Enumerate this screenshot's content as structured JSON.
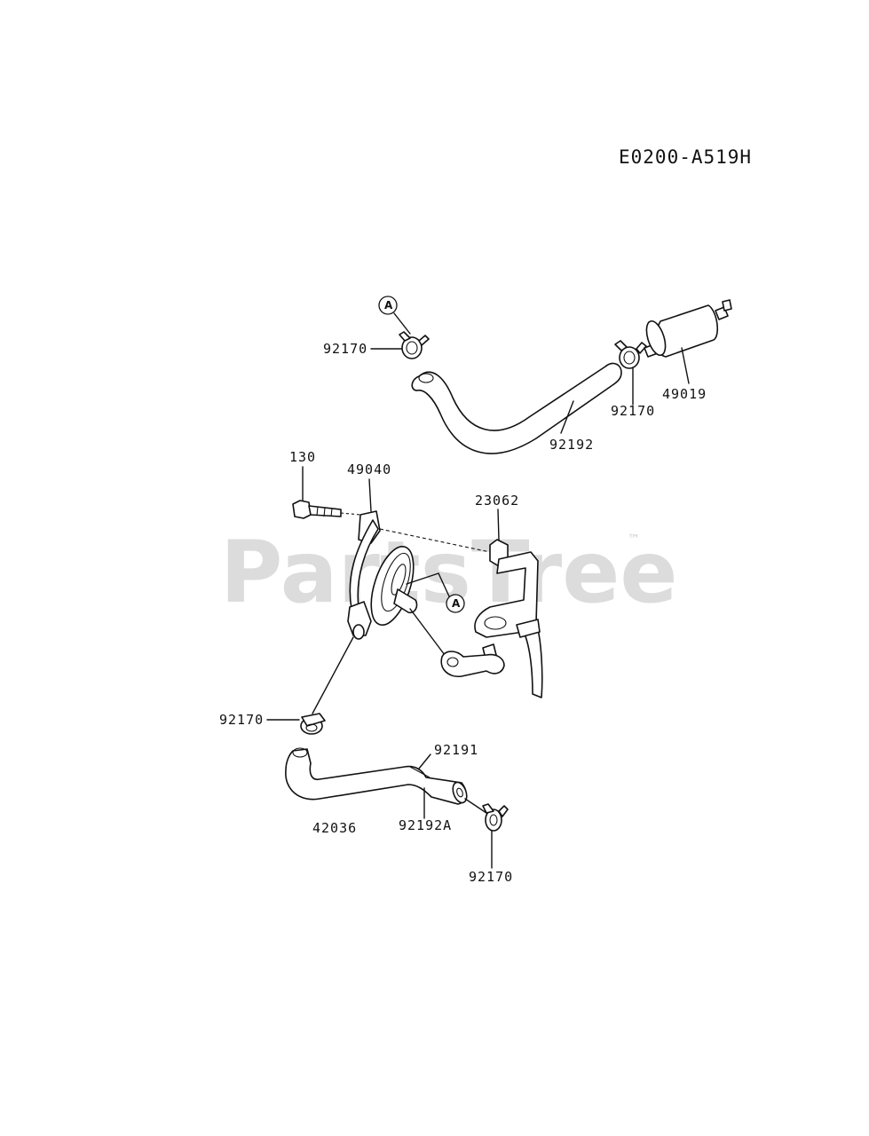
{
  "diagram_code": "E0200-A519H",
  "watermark": {
    "text": "PartsTree",
    "trademark": "™"
  },
  "callouts": {
    "ref_a": "A"
  },
  "parts": {
    "clamp_top_left": "92170",
    "clamp_top_right": "92170",
    "fuel_filter": "49019",
    "hose_upper": "92192",
    "bolt": "130",
    "fuel_pump": "49040",
    "bracket": "23062",
    "clamp_mid_left": "92170",
    "hose_lower_upper": "92191",
    "hose_lower": "92192A",
    "line_assembly": "42036",
    "clamp_bottom": "92170"
  }
}
